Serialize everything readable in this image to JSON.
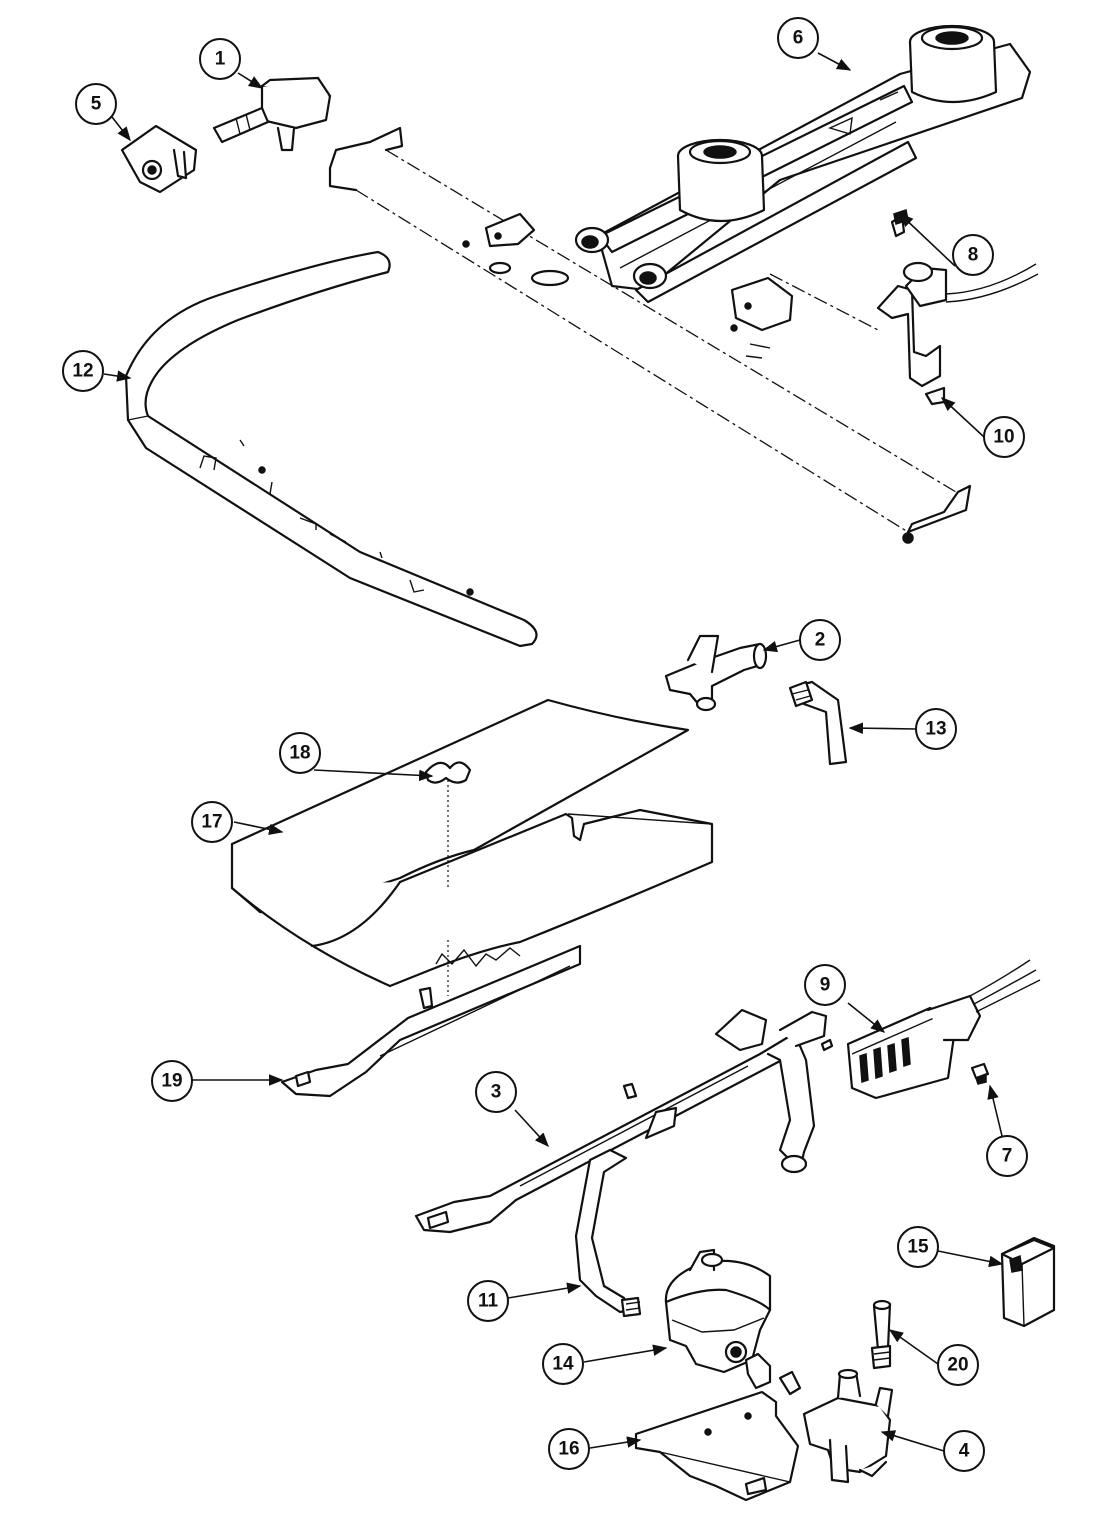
{
  "callouts": [
    {
      "id": "c1",
      "label": "1"
    },
    {
      "id": "c2",
      "label": "2"
    },
    {
      "id": "c3",
      "label": "3"
    },
    {
      "id": "c4",
      "label": "4"
    },
    {
      "id": "c5",
      "label": "5"
    },
    {
      "id": "c6",
      "label": "6"
    },
    {
      "id": "c7",
      "label": "7"
    },
    {
      "id": "c8",
      "label": "8"
    },
    {
      "id": "c9",
      "label": "9"
    },
    {
      "id": "c10",
      "label": "10"
    },
    {
      "id": "c11",
      "label": "11"
    },
    {
      "id": "c12",
      "label": "12"
    },
    {
      "id": "c13",
      "label": "13"
    },
    {
      "id": "c14",
      "label": "14"
    },
    {
      "id": "c15",
      "label": "15"
    },
    {
      "id": "c16",
      "label": "16"
    },
    {
      "id": "c17",
      "label": "17"
    },
    {
      "id": "c18",
      "label": "18"
    },
    {
      "id": "c19",
      "label": "19"
    },
    {
      "id": "c20",
      "label": "20"
    }
  ],
  "colors": {
    "ink": "#111111",
    "paper": "#ffffff"
  }
}
